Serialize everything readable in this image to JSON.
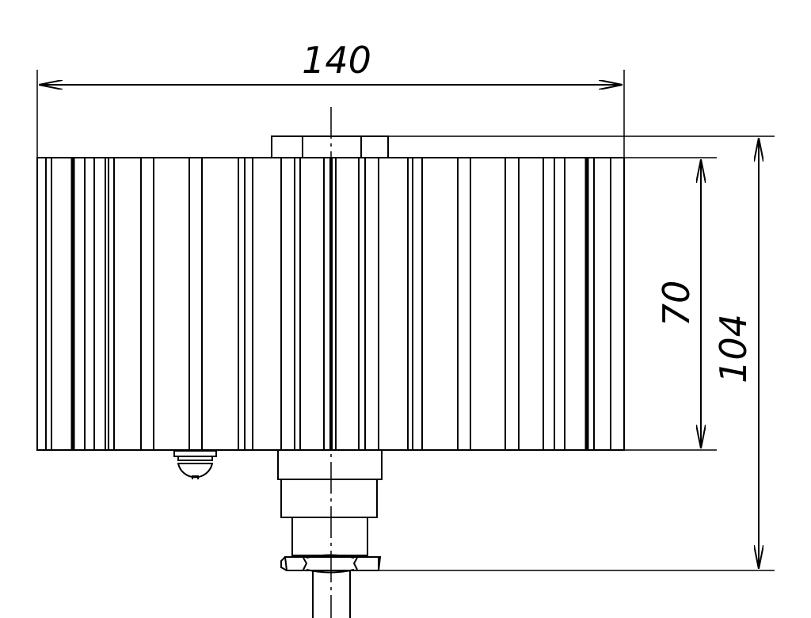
{
  "drawing": {
    "dimensions": {
      "width_label": "140",
      "body_height_label": "70",
      "total_height_label": "104"
    },
    "line_color": "#000000",
    "background": "#ffffff"
  }
}
